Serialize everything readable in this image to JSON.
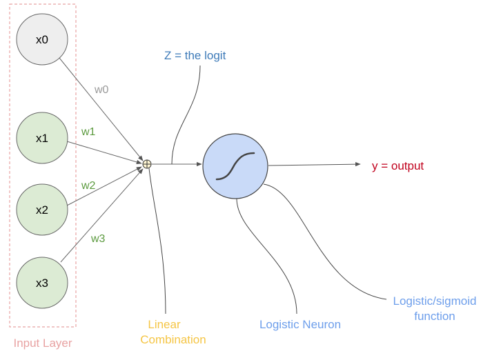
{
  "inputs": [
    {
      "label": "x0",
      "fill": "#eeeeee"
    },
    {
      "label": "x1",
      "fill": "#dcebd4"
    },
    {
      "label": "x2",
      "fill": "#dcebd4"
    },
    {
      "label": "x3",
      "fill": "#dcebd4"
    }
  ],
  "weights": [
    {
      "label": "w0",
      "color": "#999999"
    },
    {
      "label": "w1",
      "color": "#5b9a3e"
    },
    {
      "label": "w2",
      "color": "#5b9a3e"
    },
    {
      "label": "w3",
      "color": "#5b9a3e"
    }
  ],
  "input_layer": {
    "label": "Input Layer",
    "color": "#e8a2a2"
  },
  "logit": {
    "label": "Z = the logit",
    "color": "#3d7ab8"
  },
  "output": {
    "label": "y = output",
    "color": "#c0001c"
  },
  "linear_combination": {
    "line1": "Linear",
    "line2": "Combination",
    "color": "#f5c544"
  },
  "neuron": {
    "label": "Logistic Neuron",
    "color": "#6d9eeb",
    "fill": "#c9daf8"
  },
  "sigmoid": {
    "line1": "Logistic/sigmoid",
    "line2": "function",
    "color": "#6d9eeb"
  }
}
